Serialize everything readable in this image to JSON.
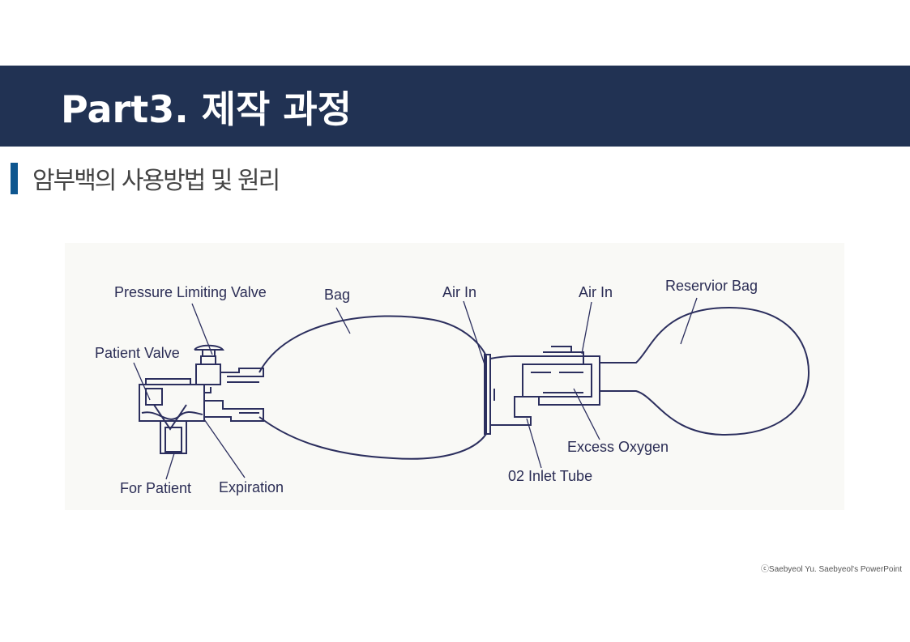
{
  "header": {
    "title": "Part3. 제작 과정"
  },
  "section": {
    "title": "암부백의 사용방법 및 원리"
  },
  "diagram": {
    "labels": {
      "pressure_limiting_valve": "Pressure Limiting Valve",
      "bag": "Bag",
      "air_in_1": "Air In",
      "air_in_2": "Air In",
      "reservoir_bag": "Reservior Bag",
      "patient_valve": "Patient Valve",
      "excess_oxygen": "Excess Oxygen",
      "o2_inlet_tube": "02 Inlet Tube",
      "for_patient": "For Patient",
      "expiration": "Expiration"
    },
    "line_color": "#2c2f5e"
  },
  "footer": {
    "credit": "ⓒSaebyeol Yu. Saebyeol's PowerPoint"
  }
}
